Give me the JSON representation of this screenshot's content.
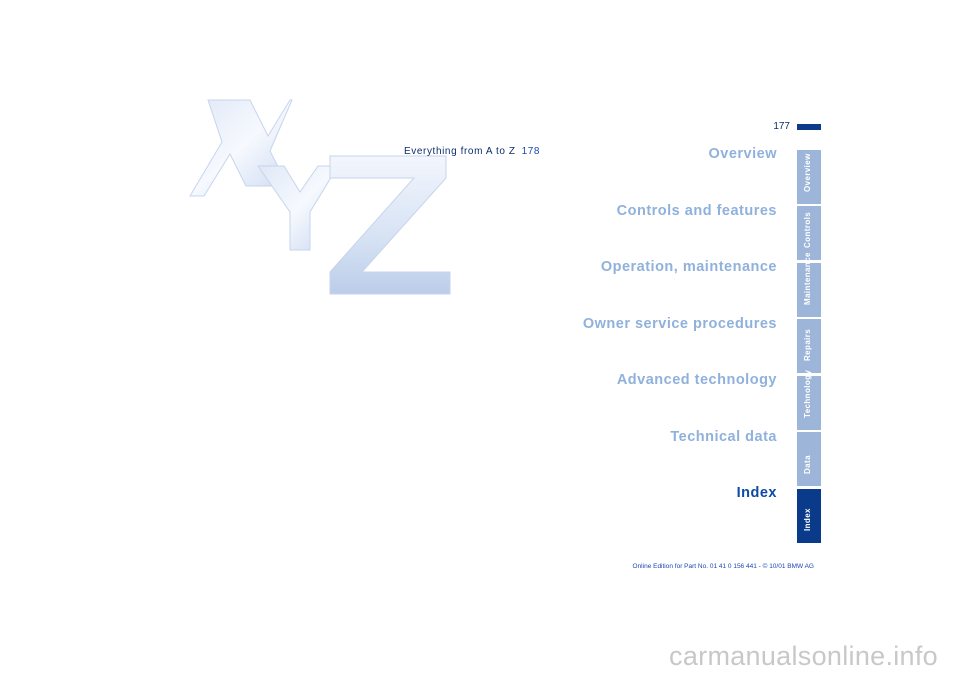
{
  "page_number": "177",
  "toc": {
    "title": "Everything from A to Z",
    "page": "178"
  },
  "sections": [
    {
      "label": "Overview",
      "tab": "Overview",
      "active": false
    },
    {
      "label": "Controls and features",
      "tab": "Controls",
      "active": false
    },
    {
      "label": "Operation, maintenance",
      "tab": "Maintenance",
      "active": false
    },
    {
      "label": "Owner service procedures",
      "tab": "Repairs",
      "active": false
    },
    {
      "label": "Advanced technology",
      "tab": "Technology",
      "active": false
    },
    {
      "label": "Technical data",
      "tab": "Data",
      "active": false
    },
    {
      "label": "Index",
      "tab": "Index",
      "active": true
    }
  ],
  "footer": "Online Edition for Part No. 01 41 0 156 441 - © 10/01 BMW AG",
  "watermark": "carmanualsonline.info",
  "colors": {
    "active_text": "#0d4aa3",
    "inactive_text": "#8fb1dc",
    "active_tab": "#0a3a8a",
    "inactive_tab": "#9db5d8",
    "page_bar": "#0d3a8a"
  }
}
